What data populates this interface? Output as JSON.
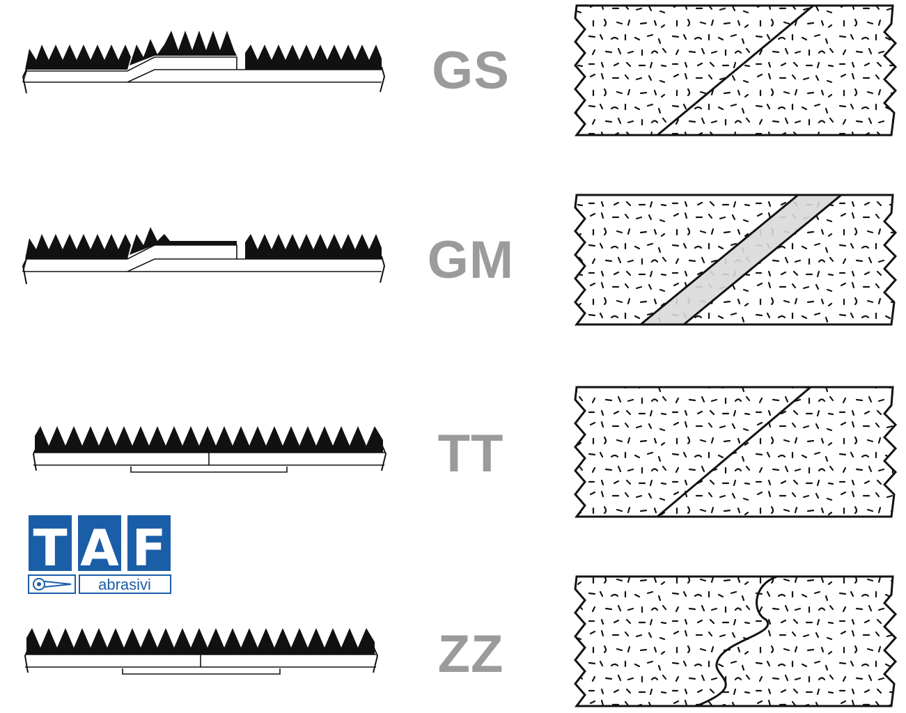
{
  "colors": {
    "label_gray": "#9b9b9b",
    "logo_blue": "#1a5ea8",
    "ink": "#111111",
    "overlap_fill": "#d9d9d9"
  },
  "rows": [
    {
      "code": "GS",
      "joint": "diagonal"
    },
    {
      "code": "GM",
      "joint": "diagonal-band"
    },
    {
      "code": "TT",
      "joint": "diagonal"
    },
    {
      "code": "ZZ",
      "joint": "wave"
    }
  ],
  "logo": {
    "letters": [
      "T",
      "A",
      "F"
    ],
    "subtitle": "abrasivi"
  }
}
